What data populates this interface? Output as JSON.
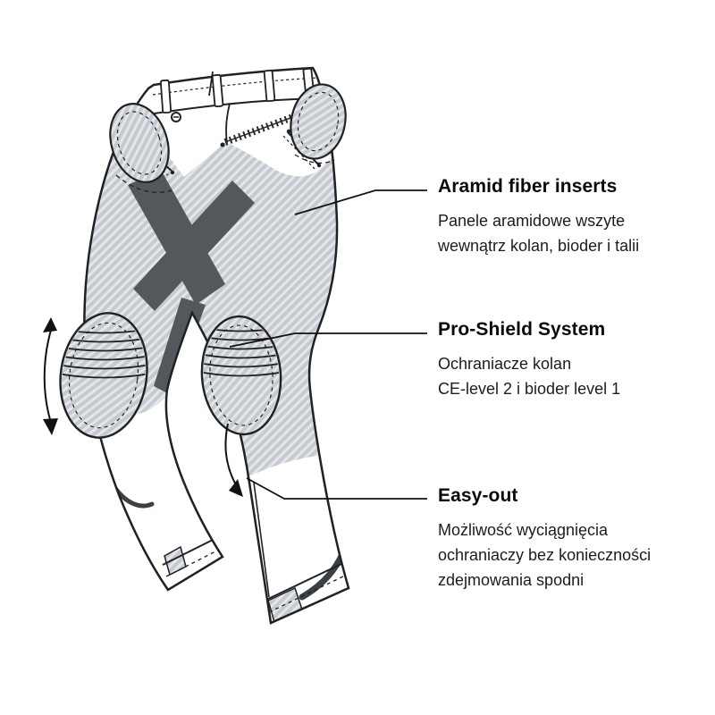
{
  "callouts": [
    {
      "title": "Aramid fiber inserts",
      "body": "Panele aramidowe wszyte\nwewnątrz kolan, bioder i talii"
    },
    {
      "title": "Pro-Shield System",
      "body": "Ochraniacze kolan\nCE-level 2 i bioder level 1"
    },
    {
      "title": "Easy-out",
      "body": "Możliwość wyciągnięcia\nochraniaczy bez konieczności\nzdejmowania spodni"
    }
  ],
  "colors": {
    "background": "#ffffff",
    "outline": "#1f2125",
    "hatch_bg": "#c5cad1",
    "hatch_line": "#e4e6ea",
    "dark_panel": "#54585d",
    "text": "#111111"
  },
  "icons": {
    "double_arrow": "double-headed-flex-arrow",
    "easy_out_arrow": "curved-removal-arrow"
  }
}
